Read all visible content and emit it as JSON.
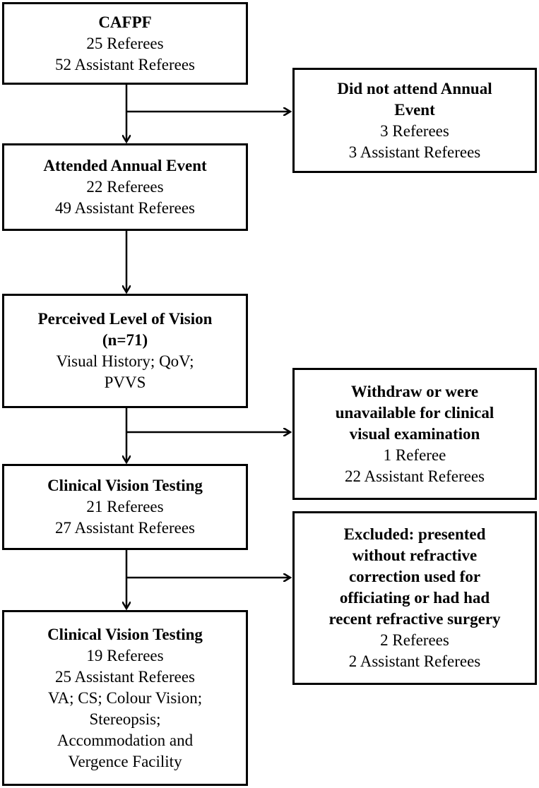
{
  "boxes": {
    "cafpf": {
      "title": "CAFPF",
      "lines": [
        "25 Referees",
        "52 Assistant Referees"
      ]
    },
    "did_not_attend": {
      "title": [
        "Did not attend Annual",
        "Event"
      ],
      "lines": [
        "3 Referees",
        "3 Assistant Referees"
      ]
    },
    "attended": {
      "title": "Attended Annual Event",
      "lines": [
        "22 Referees",
        "49 Assistant Referees"
      ]
    },
    "perceived": {
      "title": [
        "Perceived Level of Vision",
        "(n=71)"
      ],
      "lines": [
        "Visual History; QoV;",
        "PVVS"
      ]
    },
    "withdraw": {
      "title": [
        "Withdraw or were",
        "unavailable for clinical",
        "visual examination"
      ],
      "lines": [
        "1 Referee",
        "22 Assistant Referees"
      ]
    },
    "clinical1": {
      "title": "Clinical Vision Testing",
      "lines": [
        "21 Referees",
        "27 Assistant Referees"
      ]
    },
    "excluded": {
      "title": [
        "Excluded: presented",
        "without refractive",
        "correction used for",
        "officiating or had had",
        "recent refractive surgery"
      ],
      "lines": [
        "2 Referees",
        "2 Assistant Referees"
      ]
    },
    "clinical2": {
      "title": "Clinical Vision Testing",
      "lines": [
        "19 Referees",
        "25 Assistant Referees",
        "VA; CS; Colour Vision;",
        "Stereopsis;",
        "Accommodation and",
        "Vergence Facility"
      ]
    }
  }
}
